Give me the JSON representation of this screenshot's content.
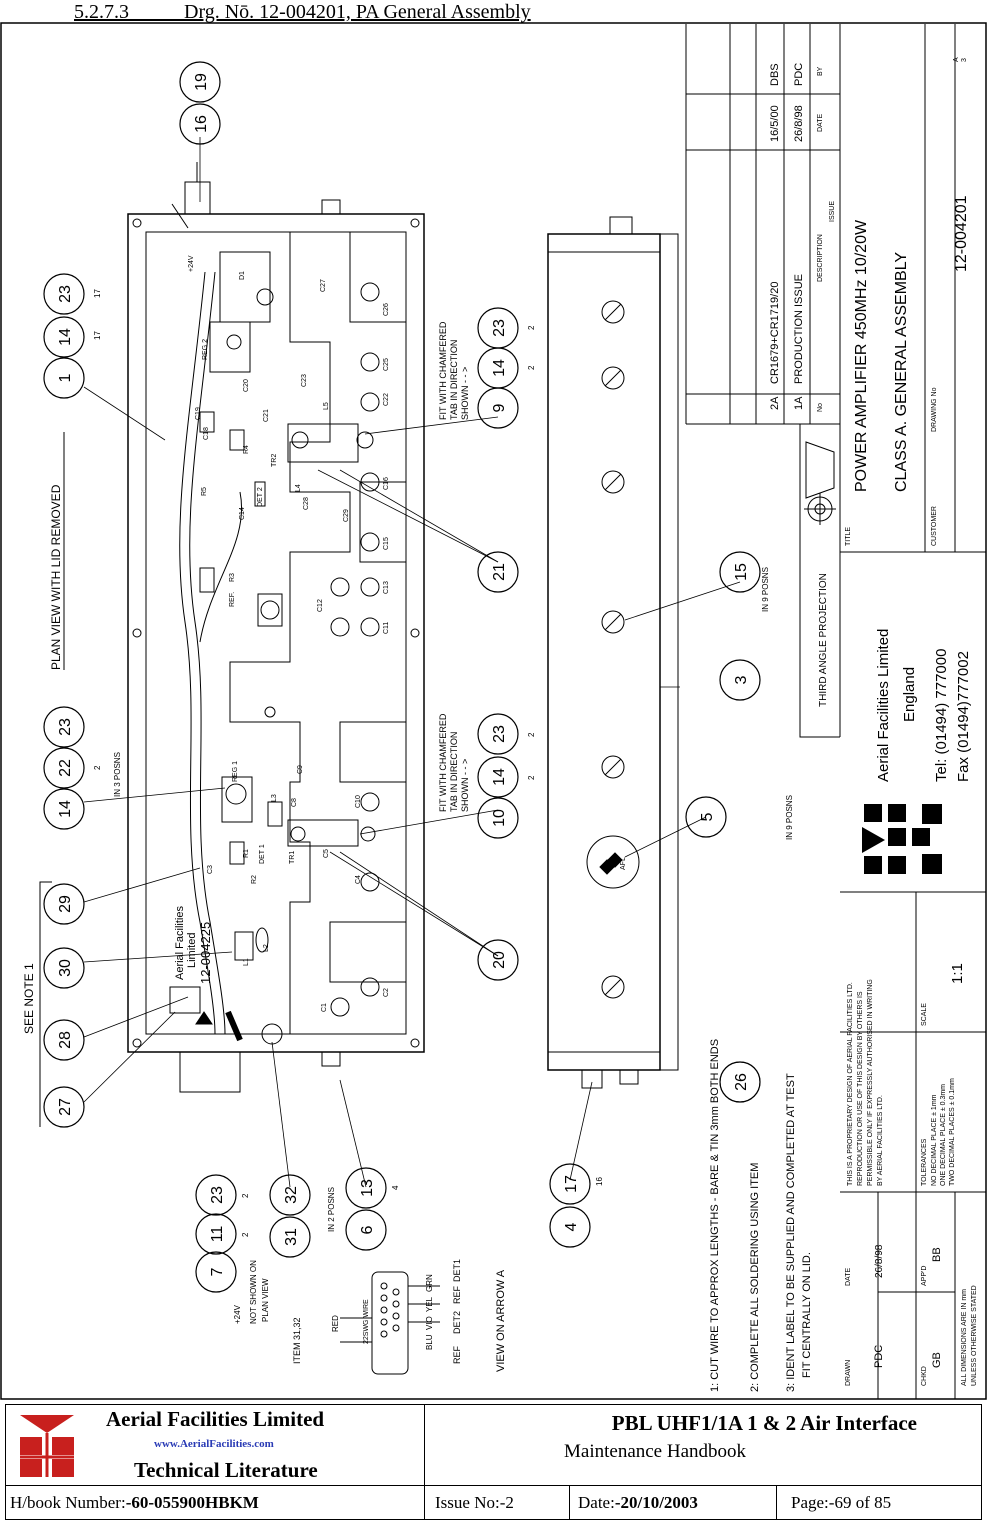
{
  "heading": {
    "number": "5.2.7.3",
    "title": "Drg. Nō. 12-004201, PA General Assembly"
  },
  "drawing": {
    "plan_view_title": "PLAN VIEW WITH LID REMOVED",
    "see_note": "SEE NOTE 1",
    "fit_note_1": [
      "FIT WITH CHAMFERED",
      "TAB IN DIRECTION",
      "SHOWN - - >"
    ],
    "fit_note_2": [
      "FIT WITH CHAMFERED",
      "TAB IN DIRECTION",
      "SHOWN - - >"
    ],
    "in_3_posns": "IN 3 POSNS",
    "in_2_posns": "IN 2 POSNS",
    "in_9_posns_a": "IN 9 POSNS",
    "in_9_posns_b": "IN 9 POSNS",
    "view_on_arrow": "VIEW ON ARROW A",
    "not_shown_on_plan": [
      "+24V",
      "NOT SHOWN ON",
      "PLAN VIEW"
    ],
    "item_wire": "ITEM 31,32",
    "wire_spec": "22SWG WIRE",
    "wire_colours": [
      "RED",
      "GRN",
      "YEL",
      "VIO",
      "BLU"
    ],
    "wire_labels": [
      "DET1",
      "REF",
      "DET2",
      "REF"
    ],
    "internal_label": [
      "Aerial Facilities",
      "Limited",
      "12-004225"
    ],
    "components": [
      "D1",
      "REG 2",
      "+24V",
      "C27",
      "C26",
      "C25",
      "C23",
      "C22",
      "C21",
      "C20",
      "C19",
      "C18",
      "L5",
      "R4",
      "TR2",
      "C14",
      "R5",
      "DET 2",
      "C16",
      "C15",
      "C28",
      "C29",
      "L4",
      "REF.",
      "R3",
      "C12",
      "C13",
      "C11",
      "REG 1",
      "C9",
      "L3",
      "C10",
      "C8",
      "C5",
      "C4",
      "TR1",
      "R1",
      "R2",
      "DET 1",
      "C3",
      "L1",
      "L2",
      "C1",
      "C2"
    ],
    "notes": [
      "1: CUT WIRE TO APPROX LENGTHS - BARE & TIN 3mm BOTH ENDS",
      "2: COMPLETE ALL SOLDERING USING ITEM",
      "3: IDENT LABEL TO BE SUPPLIED AND COMPLETED AT TEST",
      "FIT CENTRALLY ON LID."
    ],
    "note_item": "26",
    "balloons": [
      "19",
      "16",
      "23",
      "14",
      "1",
      "9",
      "14",
      "23",
      "21",
      "15",
      "3",
      "23",
      "22",
      "14",
      "10",
      "14",
      "23",
      "5",
      "29",
      "20",
      "30",
      "28",
      "27",
      "26",
      "7",
      "11",
      "23",
      "31",
      "32",
      "6",
      "13",
      "4",
      "17"
    ],
    "qty_marks": [
      "17",
      "17",
      "2",
      "2",
      "2",
      "2",
      "2",
      "2",
      "2",
      "4",
      "16"
    ],
    "revisions": [
      {
        "no": "2A",
        "description": "CR1679+CR1719/20",
        "date": "16/5/00",
        "by": "DBS"
      },
      {
        "no": "1A",
        "description": "PRODUCTION ISSUE",
        "date": "26/8/98",
        "by": "PDC"
      }
    ],
    "rev_headers": {
      "no": "No",
      "description": "DESCRIPTION",
      "date": "DATE",
      "by": "BY",
      "issue": "ISSUE"
    },
    "title_label": "TITLE",
    "title_line1": "POWER AMPLIFIER 450MHz 10/20W",
    "title_line2": "CLASS A.    GENERAL ASSEMBLY",
    "customer_label": "CUSTOMER",
    "drawing_no_label": "DRAWING No",
    "drawing_no": "12-004201",
    "sheet_size": [
      "A",
      "3"
    ],
    "projection": "THIRD ANGLE PROJECTION",
    "company": {
      "name": "Aerial Facilities Limited",
      "country": "England",
      "tel": "Tel: (01494) 777000",
      "fax": "Fax (01494)777002"
    },
    "proprietary": [
      "THIS IS A PROPRIETARY DESIGN OF AERIAL FACILITIES LTD.",
      "REPRODUCTION OR USE OF THIS DESIGN BY OTHERS IS",
      "PERMISSIBLE ONLY IF EXPRESSLY AUTHORISED IN WRITING",
      "BY AERIAL FACILITIES LTD."
    ],
    "scale_label": "SCALE",
    "scale": "1:1",
    "tolerances_label": "TOLERANCES",
    "tolerances": [
      "NO DECIMAL PLACE ± 1mm",
      "ONE DECIMAL PLACE ± 0.3mm",
      "TWO DECIMAL PLACES ± 0.1mm"
    ],
    "dimensions_note": [
      "ALL DIMENSIONS ARE IN mm",
      "UNLESS OTHERWISE STATED"
    ],
    "drawn_label": "DRAWN",
    "drawn": "PDC",
    "date_label": "DATE",
    "date": "26/8/98",
    "chkd_label": "CHKD",
    "chkd": "GB",
    "appd_label": "APP'D",
    "appd": "BB"
  },
  "footer": {
    "company_name": "Aerial  Facilities  Limited",
    "website": "www.AerialFacilities.com",
    "technical_literature": "Technical Literature",
    "product": "PBL UHF1/1A 1 & 2 Air Interface",
    "handbook": "Maintenance Handbook",
    "hbook_label": "H/book Number:",
    "hbook_number": "-60-055900HBKM",
    "issue_label": "Issue No:",
    "issue": "-2",
    "date_label": "Date:",
    "date": "-20/10/2003",
    "page_label": "Page:",
    "page": "-69 of 85"
  },
  "colors": {
    "logo_red": "#c8201e",
    "website_blue": "#2a3bb5"
  }
}
